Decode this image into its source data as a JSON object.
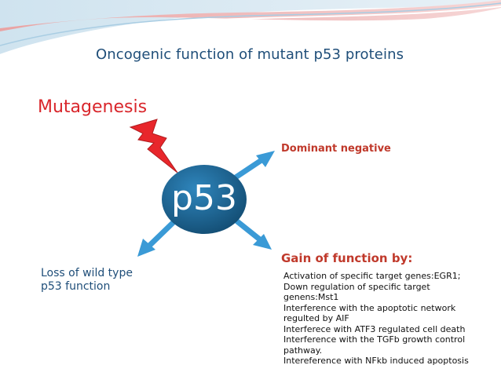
{
  "colors": {
    "title": "#1f4e79",
    "mutagenesis": "#d9262b",
    "circle": "#1f6f9e",
    "arrow": "#3a9ad6",
    "red_label": "#c0392b"
  },
  "title": "Oncogenic function of mutant p53 proteins",
  "mutagenesis_label": "Mutagenesis",
  "center_label": "p53",
  "dominant_label": "Dominant negative",
  "loss_label": [
    "Loss of wild type",
    "p53 function"
  ],
  "gain_label": "Gain of function by:",
  "gain_items": [
    "Activation of specific target genes:EGR1;",
    "Down regulation of specific target",
    "genens:Mst1",
    "Interference with the apoptotic network",
    "regulted by AIF",
    "Interferece with ATF3 regulated cell death",
    "Interference with the TGFb growth control",
    "pathway.",
    "Intereference with NFkb induced apoptosis"
  ],
  "icons": [
    "lightning-icon",
    "arrow-up-right-icon",
    "arrow-down-left-icon",
    "arrow-down-right-icon"
  ]
}
